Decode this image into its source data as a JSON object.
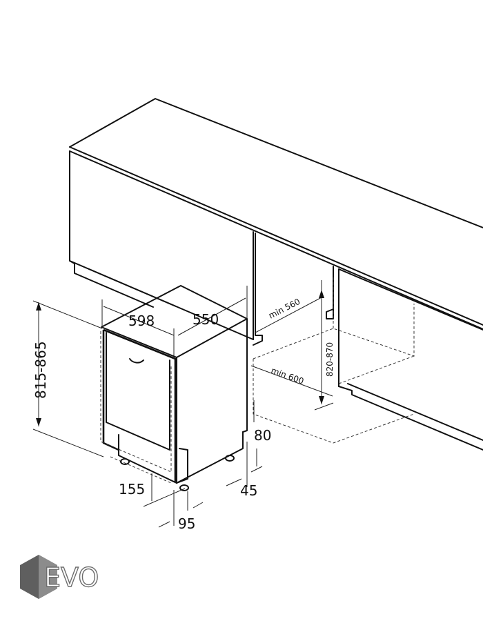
{
  "dimensions": {
    "height_range": "815-865",
    "width": "598",
    "depth": "550",
    "niche_width_min": "min 560",
    "niche_depth_min": "min 600",
    "niche_height_range": "820-870",
    "plinth_height": "80",
    "plinth_gap": "45",
    "foot_height": "155",
    "foot_offset": "95"
  },
  "logo": {
    "text": "EVO",
    "colors": {
      "hex_dark": "#5f5f5f",
      "hex_light": "#8c8c8c"
    }
  }
}
